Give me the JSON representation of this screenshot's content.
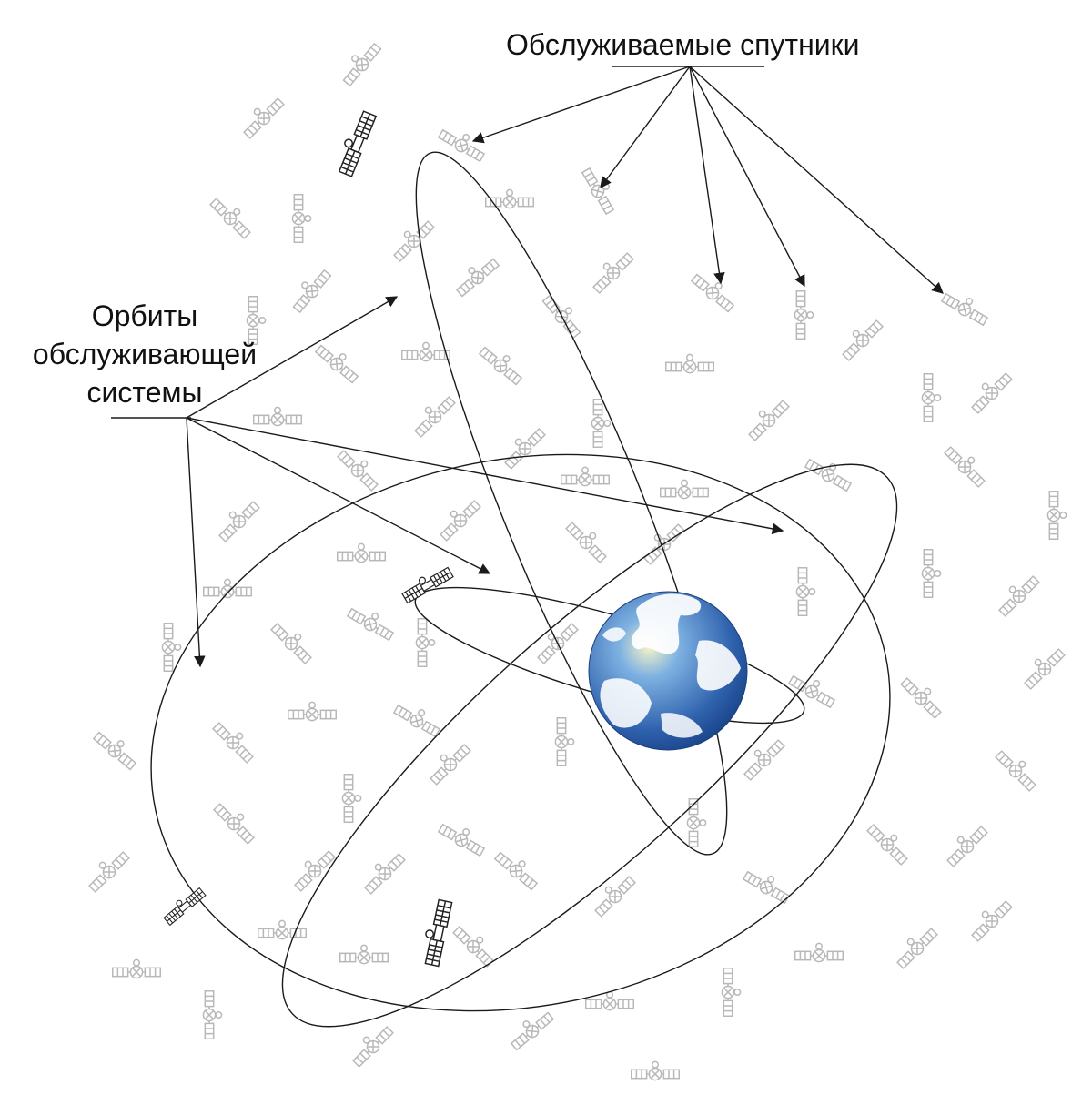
{
  "labels": {
    "served_satellites": "Обслуживаемые спутники",
    "orbits_lines": [
      "Орбиты",
      "обслуживающей",
      "системы"
    ]
  },
  "colors": {
    "line": "#1a1a1a",
    "ghost_satellite": "#b8b8b8",
    "active_satellite": "#222222",
    "earth_ocean": "#2f62ad",
    "earth_land": "#ffffff"
  },
  "icons": {
    "served": "satellite-icon",
    "servicing": "servicing-satellite-icon",
    "earth": "earth-globe-icon"
  }
}
